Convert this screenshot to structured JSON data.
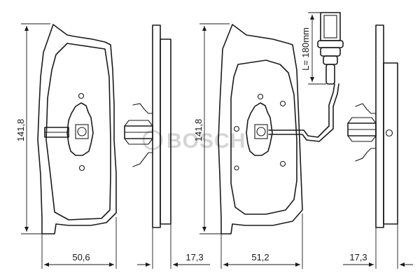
{
  "dimensions": {
    "pad1_height": "141,8",
    "pad1_width": "50,6",
    "pad1_thickness": "17,3",
    "pad2_height": "141,8",
    "pad2_width": "51,2",
    "pad2_thickness": "17,3",
    "wire_length": "L= 180mm"
  },
  "watermark": {
    "brand": "BOSCH"
  }
}
